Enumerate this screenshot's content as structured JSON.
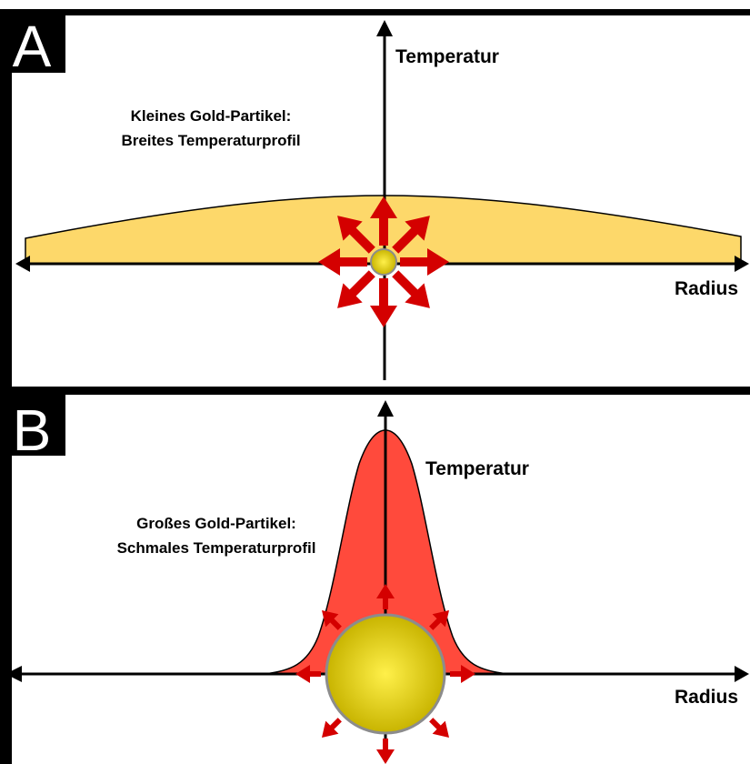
{
  "panels": [
    {
      "letter": "A",
      "caption_line1": "Kleines Gold-Partikel:",
      "caption_line2": "Breites Temperaturprofil",
      "y_axis_label": "Temperatur",
      "x_axis_label": "Radius",
      "profile_color": "#FDD86A",
      "particle_size": "small"
    },
    {
      "letter": "B",
      "caption_line1": "Großes Gold-Partikel:",
      "caption_line2": "Schmales Temperaturprofil",
      "y_axis_label": "Temperatur",
      "x_axis_label": "Radius",
      "profile_color": "#FF4A3C",
      "particle_size": "large"
    }
  ],
  "colors": {
    "frame": "#000000",
    "arrow": "#D40000",
    "gold_center": "#FFF04A",
    "gold_edge": "#C8B400",
    "particle_outline": "#8C8C8C"
  },
  "icons": {
    "heat_arrows": "heat-emission-arrows",
    "particle": "gold-particle"
  }
}
